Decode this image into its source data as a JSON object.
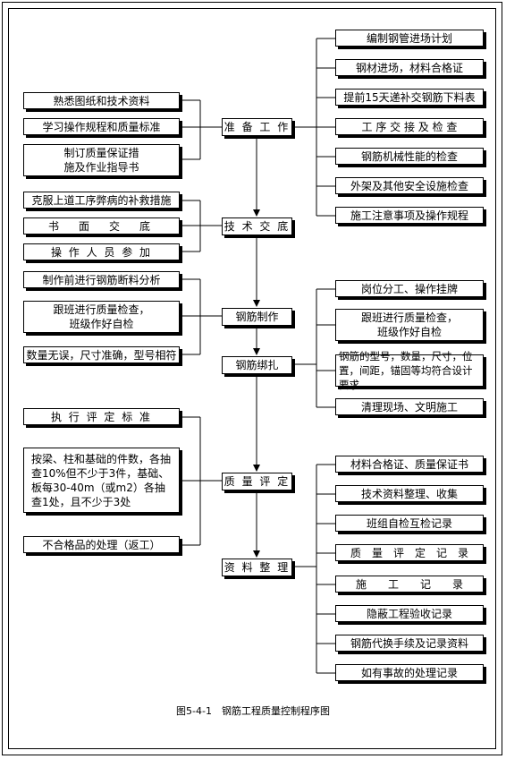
{
  "center_steps": {
    "prep": "准 备 工 作",
    "tech_brief": "技 术 交 底",
    "fabrication": "钢筋制作",
    "binding": "钢筋绑扎",
    "quality_eval": "质 量 评 定",
    "documentation": "资 料 整 理"
  },
  "left_items": {
    "prep": [
      "熟悉图纸和技术资料",
      "学习操作规程和质量标准",
      "制订质量保证措\n施及作业指导书"
    ],
    "tech_brief": [
      "克服上道工序弊病的补救措施",
      "书　面　交　底",
      "操 作 人 员 参 加"
    ],
    "fab_bind": [
      "制作前进行钢筋断料分析",
      "跟班进行质量检查，\n班级作好自检",
      "数量无误，尺寸准确，型号相符"
    ],
    "quality": [
      "执 行 评 定 标 准",
      "按梁、柱和基础的件数，各抽查10%但不少于3件，基础、板每30-40m（或m2）各抽查1处，且不少于3处",
      "不合格品的处理（返工）"
    ]
  },
  "right_items": {
    "prep": [
      "编制钢管进场计划",
      "钢材进场，材料合格证",
      "提前15天递补交钢筋下料表",
      "工 序 交 接 及 检 查",
      "钢筋机械性能的检查",
      "外架及其他安全设施检查",
      "施工注意事项及操作规程"
    ],
    "binding": [
      "岗位分工、操作挂牌",
      "跟班进行质量检查，\n班级作好自检",
      "钢筋的型号，数量，尺寸，位置，间距，锚固等均符合设计要求",
      "清理现场、文明施工"
    ],
    "documentation": [
      "材料合格证、质量保证书",
      "技术资料整理、收集",
      "班组自检互检记录",
      "质　量　评　定　记　录",
      "施　　工　　记　　录",
      "隐蔽工程验收记录",
      "钢筋代换手续及记录资料",
      "如有事故的处理记录"
    ]
  },
  "caption": "图5-4-1　钢筋工程质量控制程序图"
}
